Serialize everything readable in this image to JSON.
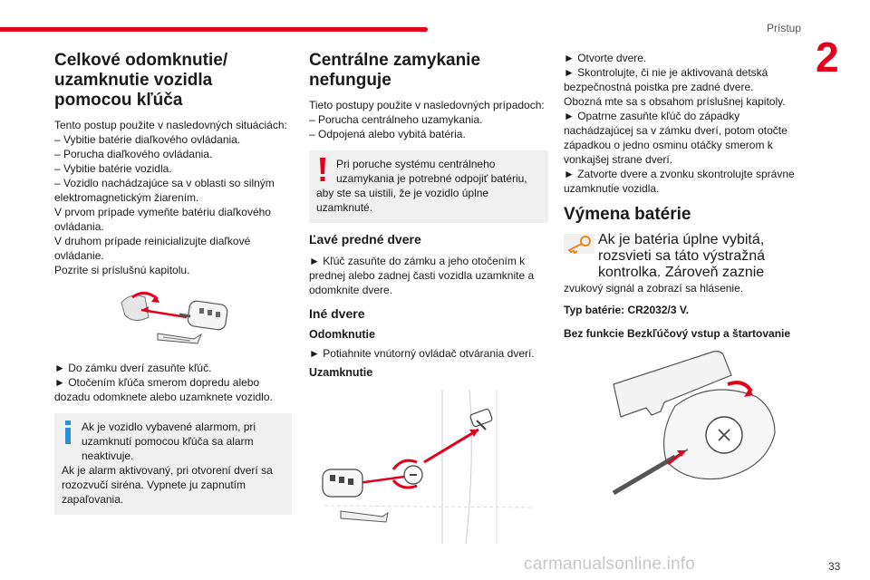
{
  "header": {
    "section": "Prístup",
    "chapter": "2",
    "page": "33"
  },
  "col1": {
    "title": "Celkové odomknutie/ uzamknutie vozidla pomocou kľúča",
    "intro": [
      "Tento postup použite v nasledovných situáciách:",
      "– Vybitie batérie diaľkového ovládania.",
      "– Porucha diaľkového ovládania.",
      "– Vybitie batérie vozidla.",
      "– Vozidlo nachádzajúce sa v oblasti so silným elektromagnetickým žiarením.",
      "V prvom prípade vymeňte batériu diaľkového ovládania.",
      "V druhom prípade reinicializujte diaľkové ovládanie.",
      "Pozrite si príslušnú kapitolu."
    ],
    "steps": [
      "► Do zámku dverí zasuňte kľúč.",
      "► Otočením kľúča smerom dopredu alebo dozadu odomknete alebo uzamknete vozidlo."
    ],
    "note": {
      "lead": "Ak je vozidlo vybavené alarmom, pri uzamknutí pomocou kľúča sa alarm neaktivuje.",
      "rest": "Ak je alarm aktivovaný, pri otvorení dverí sa rozozvučí siréna. Vypnete ju zapnutím zapaľovania."
    }
  },
  "col2": {
    "title": "Centrálne zamykanie nefunguje",
    "intro": [
      "Tieto postupy použite v nasledovných prípadoch:",
      "– Porucha centrálneho uzamykania.",
      "– Odpojená alebo vybitá batéria."
    ],
    "warning": {
      "lead": "Pri poruche systému centrálneho uzamykania je potrebné odpojiť batériu,",
      "rest": "aby ste sa uistili, že je vozidlo úplne uzamknuté."
    },
    "left_door": {
      "title": "Ľavé predné dvere",
      "text": "► Kľúč zasuňte do zámku a jeho otočením k prednej alebo zadnej časti vozidla uzamknite a odomknite dvere."
    },
    "other_doors": {
      "title": "Iné dvere",
      "unlock_title": "Odomknutie",
      "unlock_text": "► Potiahnite vnútorný ovládač otvárania dverí.",
      "lock_title": "Uzamknutie"
    }
  },
  "col3": {
    "steps": [
      "► Otvorte dvere.",
      "► Skontrolujte, či nie je aktivovaná detská bezpečnostná poistka pre zadné dvere.",
      "Obozná mte sa s obsahom príslušnej kapitoly.",
      "► Opatrne zasuňte kľúč do západky nachádzajúcej sa v zámku dverí, potom otočte západkou o jedno osminu otáčky smerom k vonkajšej strane dverí.",
      "► Zatvorte dvere a zvonku skontrolujte správne uzamknutie vozidla."
    ],
    "battery": {
      "title": "Výmena batérie",
      "lead": "Ak je batéria úplne vybitá, rozsvieti sa táto výstražná kontrolka. Zároveň zaznie",
      "rest": "zvukový signál a zobrazí sa hlásenie.",
      "type": "Typ batérie: CR2032/3 V.",
      "subtitle": "Bez funkcie Bezkľúčový vstup a štartovanie"
    }
  },
  "watermark": "carmanualsonline.info",
  "colors": {
    "accent": "#e2001a",
    "info": "#2a8fd6",
    "note_bg": "#f0f0f0"
  },
  "icons": [
    "key-lock-illustration",
    "door-lock-illustration",
    "battery-replacement-illustration",
    "warning-exclamation-icon",
    "info-icon",
    "key-warning-lamp-icon"
  ]
}
